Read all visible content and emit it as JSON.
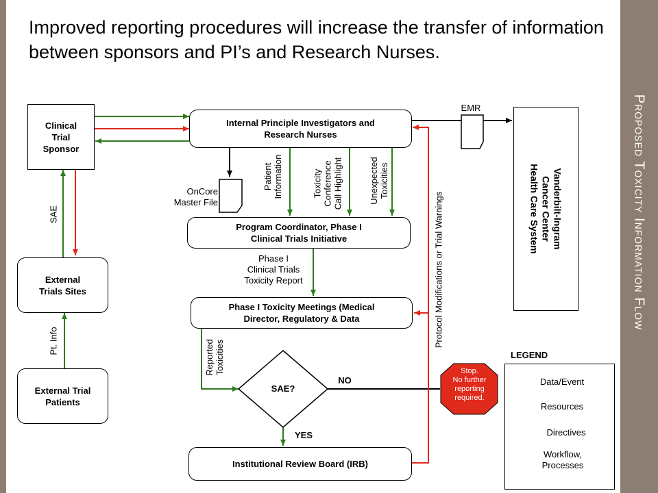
{
  "slide": {
    "title": "Proposed Toxicity Information Flow",
    "headline": "Improved reporting procedures will increase the transfer of information between sponsors and  PI’s and Research Nurses."
  },
  "colors": {
    "panel": "#8c7e72",
    "data_event": "#2e7d1f",
    "resources": "#1f2fbf",
    "directives": "#e02a1b",
    "workflow": "#000000",
    "stop": "#e02a1b"
  },
  "boxes": {
    "clinical_trial_sponsor": "Clinical\nTrial\nSponsor",
    "internal_pi": "Internal Principle Investigators and\nResearch Nurses",
    "program_coordinator": "Program Coordinator, Phase I\nClinical Trials Initiative",
    "toxicity_meetings": "Phase I Toxicity Meetings (Medical\nDirector, Regulatory & Data",
    "external_sites": "External\nTrials Sites",
    "external_patients": "External Trial\nPatients",
    "irb": "Institutional Review Board (IRB)",
    "vicc": "Vanderbilt-Ingram\nCancer Center\nHealth Care System",
    "decision": "SAE?"
  },
  "labels": {
    "emr": "EMR",
    "oncore": "OnCore\nMaster File",
    "sae": "SAE",
    "pt_info": "Pt. Info",
    "patient_information": "Patient\nInformation",
    "toxicity_conference": "Toxicity\nConference\nCall Highlight",
    "unexpected_toxicities": "Unexpected\nToxicities",
    "toxicity_report": "Phase I\nClinical Trials\nToxicity Report",
    "reported_toxicities": "Reported\nToxicities",
    "protocol_modifications": "Protocol Modifications or Trial Warnings",
    "no": "NO",
    "yes": "YES",
    "stop": "Stop.\nNo further\nreporting\nrequired."
  },
  "legend": {
    "title": "LEGEND",
    "items": [
      {
        "label": "Data/Event",
        "color": "#2e7d1f"
      },
      {
        "label": "Resources",
        "color": "#1f2fbf"
      },
      {
        "label": "Directives",
        "color": "#e02a1b"
      },
      {
        "label": "Workflow,\nProcesses",
        "color": "#000000"
      }
    ]
  }
}
